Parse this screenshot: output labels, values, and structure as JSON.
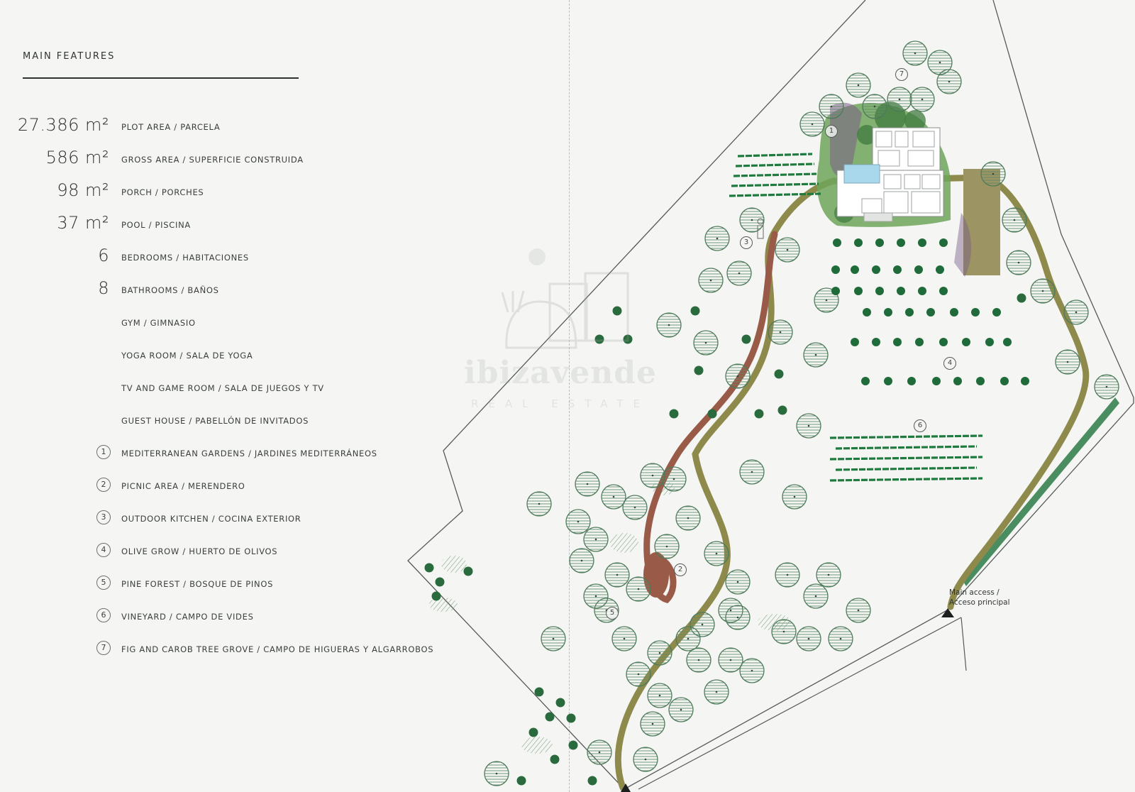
{
  "panel": {
    "title": "MAIN FEATURES",
    "features": [
      {
        "value": "27.386 m²",
        "label": "PLOT AREA / PARCELA"
      },
      {
        "value": "586 m²",
        "label": "GROSS AREA / SUPERFICIE CONSTRUIDA"
      },
      {
        "value": "98 m²",
        "label": "PORCH / PORCHES"
      },
      {
        "value": "37 m²",
        "label": "POOL / PISCINA"
      },
      {
        "value": "6",
        "label": "BEDROOMS / HABITACIONES"
      },
      {
        "value": "8",
        "label": "BATHROOMS / BAÑOS"
      },
      {
        "value": "",
        "label": "GYM / GIMNASIO"
      },
      {
        "value": "",
        "label": "YOGA ROOM / SALA DE YOGA"
      },
      {
        "value": "",
        "label": "TV AND GAME ROOM / SALA DE JUEGOS Y TV"
      },
      {
        "value": "",
        "label": "GUEST HOUSE / PABELLÓN DE INVITADOS"
      }
    ],
    "areas": [
      {
        "num": "1",
        "label": "MEDITERRANEAN GARDENS / JARDINES MEDITERRÁNEOS"
      },
      {
        "num": "2",
        "label": "PICNIC AREA / MERENDERO"
      },
      {
        "num": "3",
        "label": "OUTDOOR KITCHEN / COCINA EXTERIOR"
      },
      {
        "num": "4",
        "label": "OLIVE GROW / HUERTO DE OLIVOS"
      },
      {
        "num": "5",
        "label": "PINE FOREST / BOSQUE DE PINOS"
      },
      {
        "num": "6",
        "label": "VINEYARD / CAMPO DE VIDES"
      },
      {
        "num": "7",
        "label": "FIG AND CAROB TREE GROVE / CAMPO DE HIGUERAS Y ALGARROBOS"
      }
    ]
  },
  "map": {
    "access_line1": "Main access /",
    "access_line2": "Acceso principal",
    "zone_labels": [
      "1",
      "2",
      "3",
      "4",
      "5",
      "6",
      "7"
    ],
    "watermark": "ibizavende",
    "watermark_sub": "REAL ESTATE",
    "colors": {
      "main_road": "#8e8a4c",
      "path": "#9a5a48",
      "tree_outline": "#4e7a5a",
      "olive_tree": "#1f6b3a",
      "vineyard": "#1f7a3e",
      "house_grass": "#6fa55a"
    }
  }
}
